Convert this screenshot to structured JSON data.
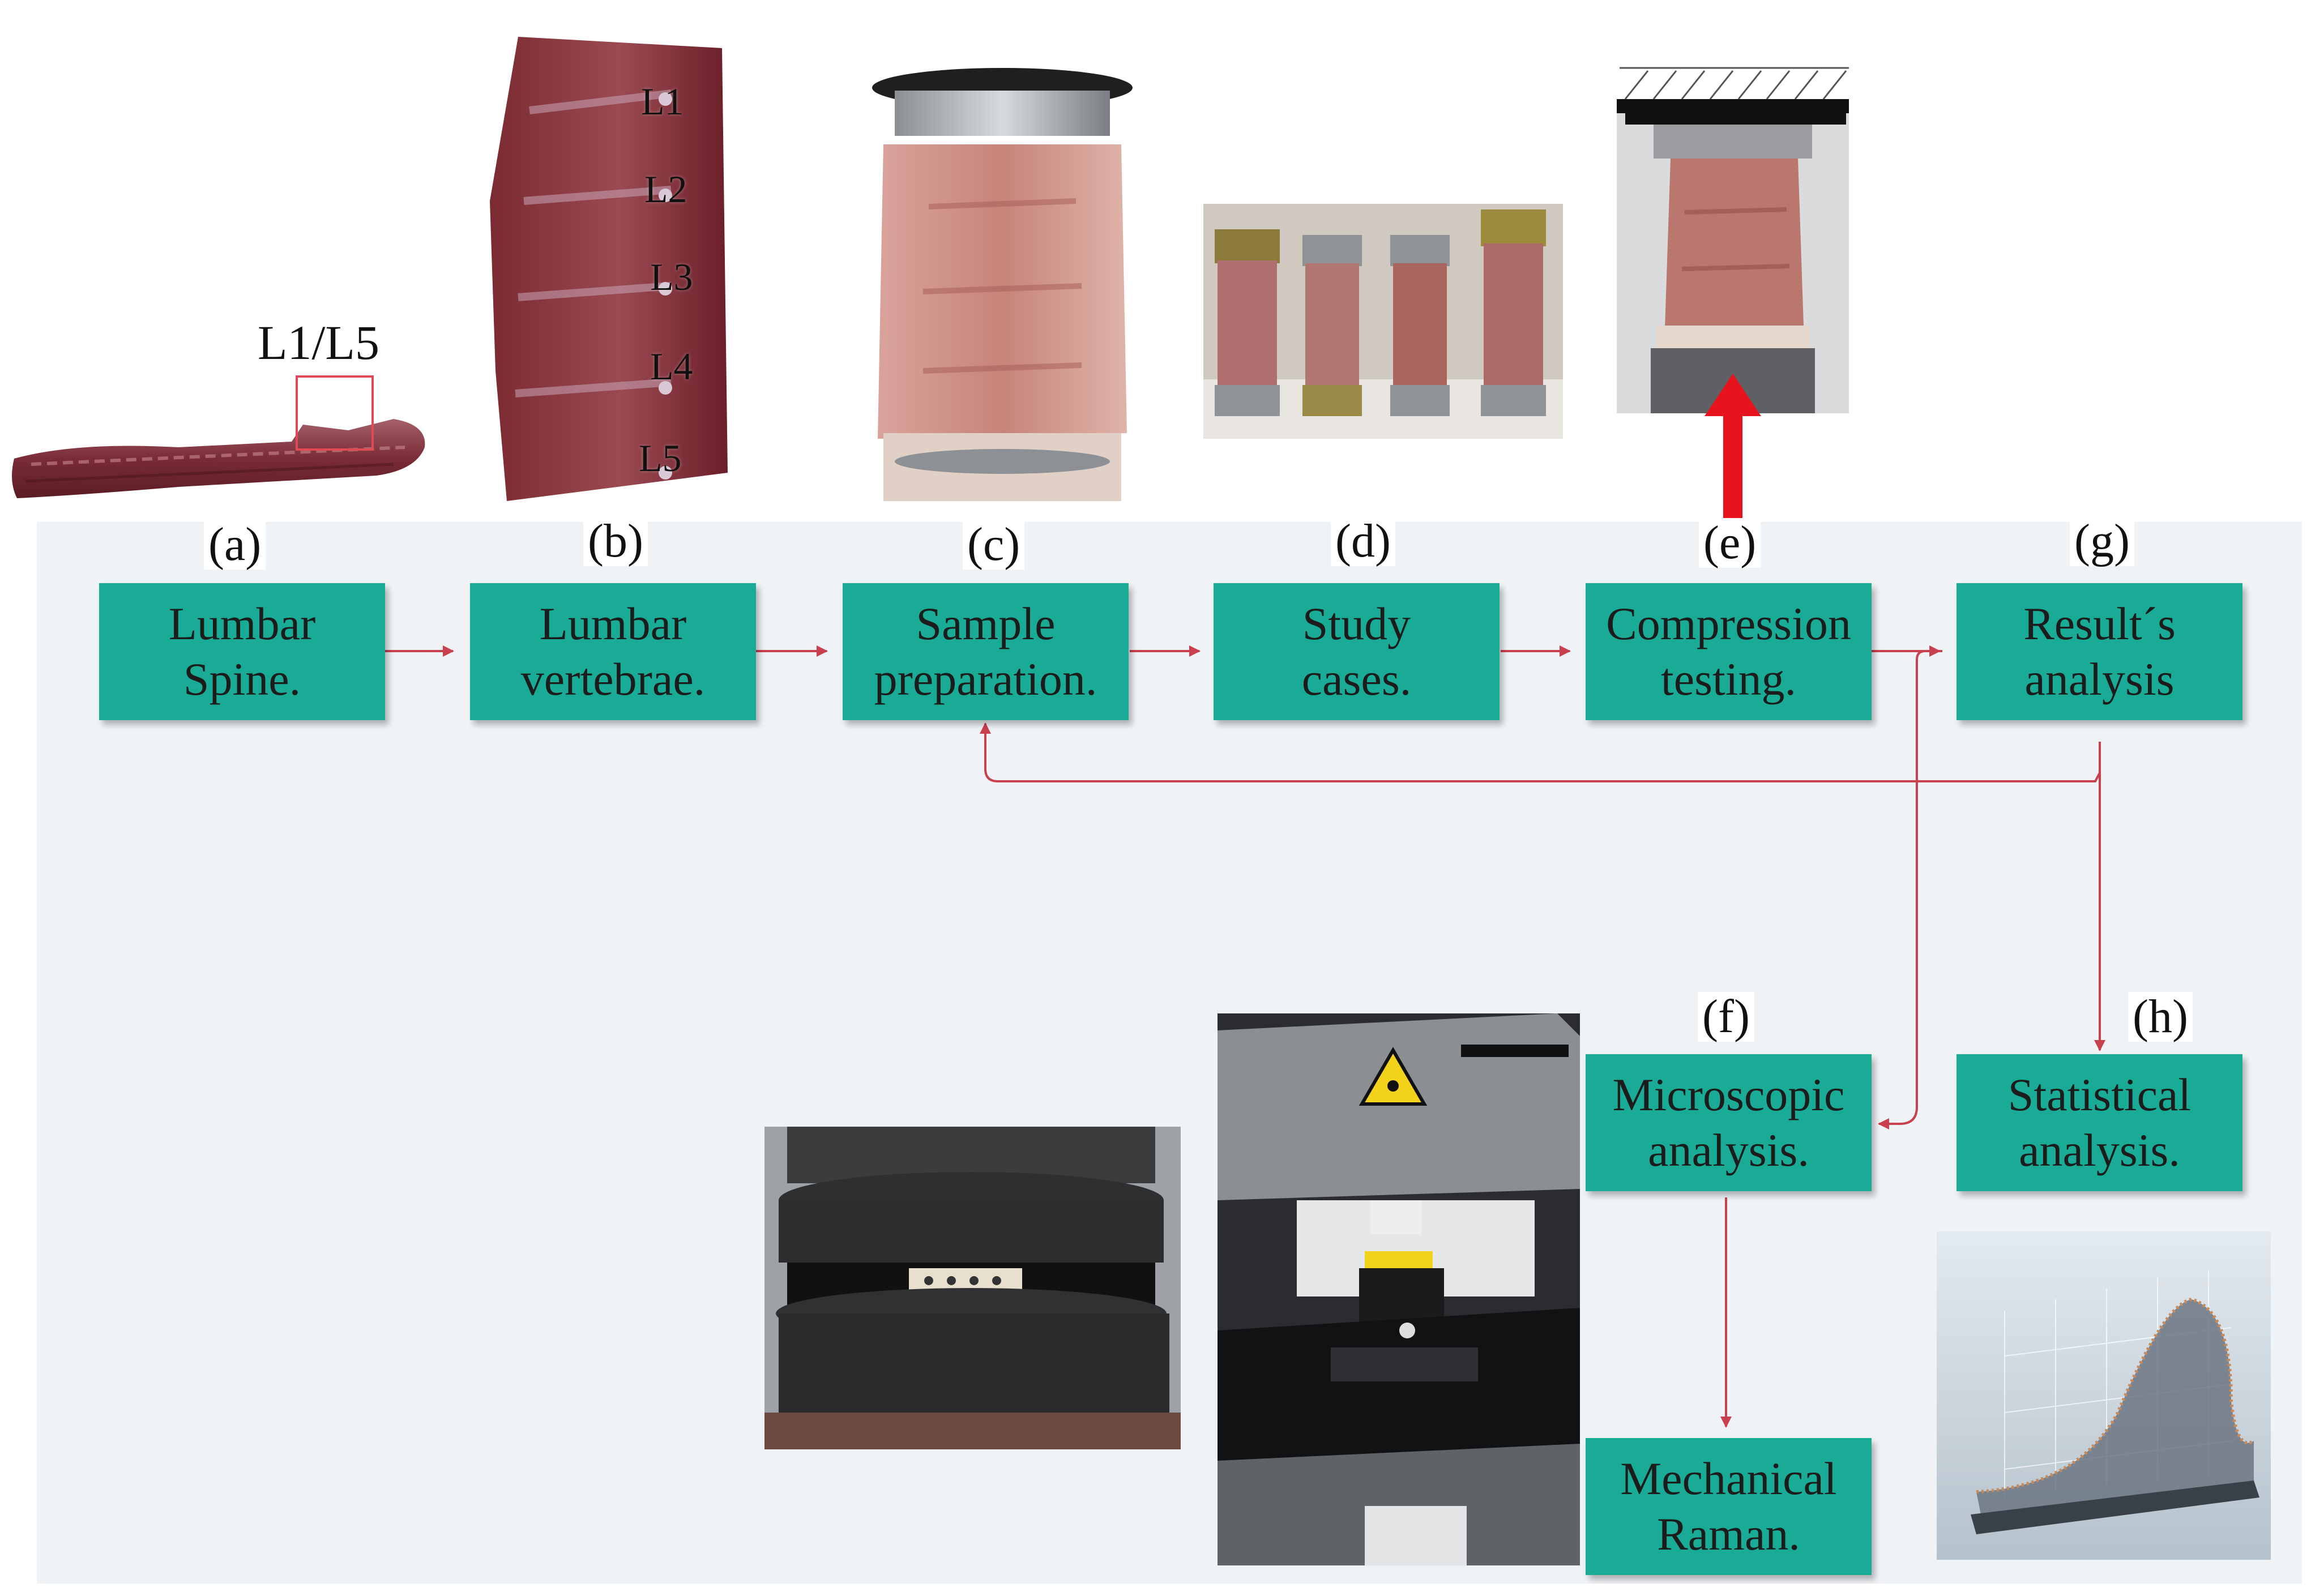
{
  "steps": {
    "a": {
      "tag": "(a)",
      "text": "Lumbar\nSpine."
    },
    "b": {
      "tag": "(b)",
      "text": "Lumbar\nvertebrae."
    },
    "c": {
      "tag": "(c)",
      "text": "Sample\npreparation."
    },
    "d": {
      "tag": "(d)",
      "text": "Study\ncases."
    },
    "e": {
      "tag": "(e)",
      "text": "Compression\ntesting."
    },
    "g": {
      "tag": "(g)",
      "text": "Result´s\nanalysis"
    },
    "f": {
      "tag": "(f)",
      "text": "Microscopic\nanalysis."
    },
    "h": {
      "tag": "(h)",
      "text": "Statistical\nanalysis."
    },
    "r": {
      "text": "Mechanical\nRaman."
    }
  },
  "spine_labels": {
    "region": "L1/L5",
    "vertebrae": [
      "L1",
      "L2",
      "L3",
      "L4",
      "L5"
    ]
  },
  "colors": {
    "box": "#1aab97",
    "arrow": "#c9414f",
    "load_arrow": "#e8141d",
    "background": "#f0f3f6"
  }
}
